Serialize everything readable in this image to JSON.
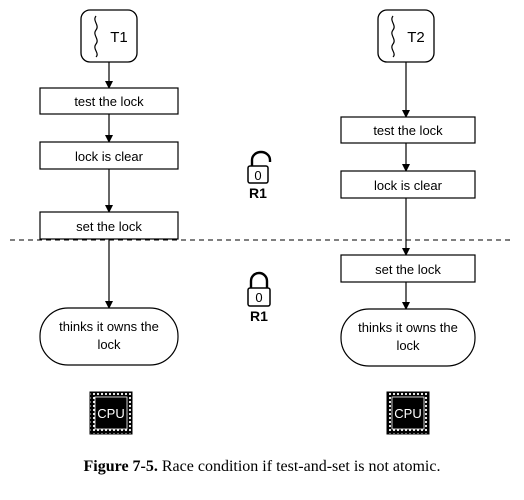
{
  "threads": [
    {
      "label": "T1",
      "steps": [
        "test the lock",
        "lock is clear",
        "set the lock"
      ],
      "outcome": "thinks it owns the lock",
      "cpu_label": "CPU"
    },
    {
      "label": "T2",
      "steps": [
        "test the lock",
        "lock is clear",
        "set the lock"
      ],
      "outcome": "thinks it owns the lock",
      "cpu_label": "CPU"
    }
  ],
  "resource": {
    "label": "R1"
  },
  "caption": {
    "figure_label": "Figure 7-5.",
    "text": "Race condition if test-and-set is not atomic."
  }
}
